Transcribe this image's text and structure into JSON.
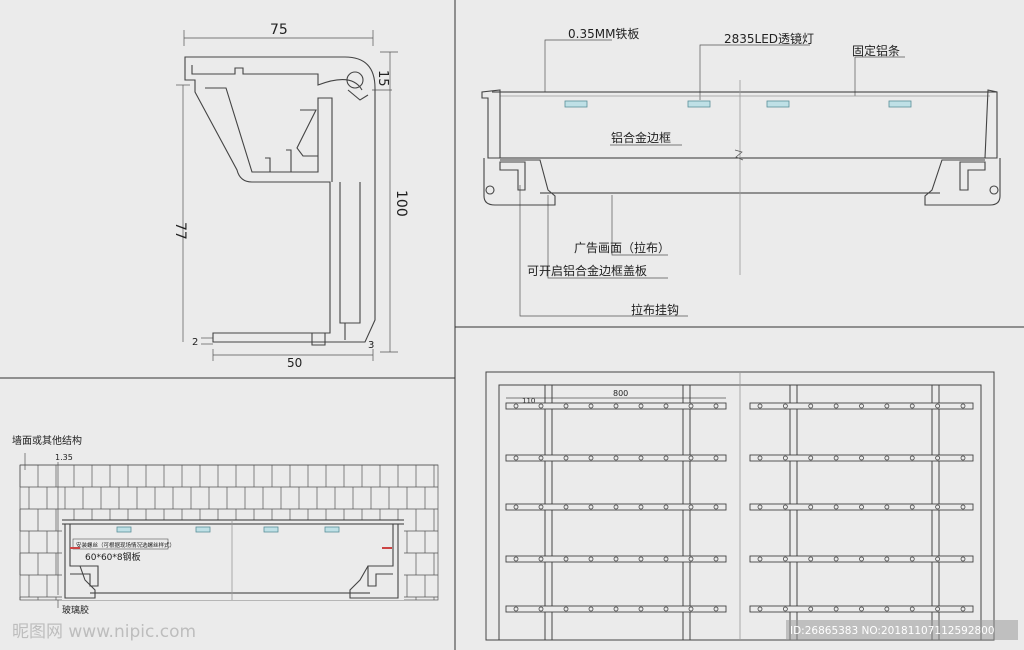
{
  "profile": {
    "dim_width_top": "75",
    "dim_right_small": "15",
    "dim_height_right": "100",
    "dim_height_left": "77",
    "dim_base": "2",
    "dim_bottom": "50",
    "dim_corner": "3"
  },
  "section": {
    "label_iron_plate": "0.35MM铁板",
    "label_led": "2835LED透镜灯",
    "label_fix_bar": "固定铝条",
    "label_frame": "铝合金边框",
    "label_fabric": "广告画面（拉布）",
    "label_cover": "可开启铝合金边框盖板",
    "label_hook": "拉布挂钩"
  },
  "wall": {
    "label_wall": "墙面或其他结构",
    "label_dim": "1.35",
    "label_screw": "安装螺丝（可根据现场情况选螺丝样式）",
    "label_steel": "60*60*8钢板",
    "label_glue": "玻璃胶"
  },
  "grid": {
    "dim_800": "800",
    "dim_110": "110"
  },
  "watermark": {
    "logo": "昵图网 www.nipic.com",
    "id": "ID:26865383 NO:20181107112592800"
  }
}
